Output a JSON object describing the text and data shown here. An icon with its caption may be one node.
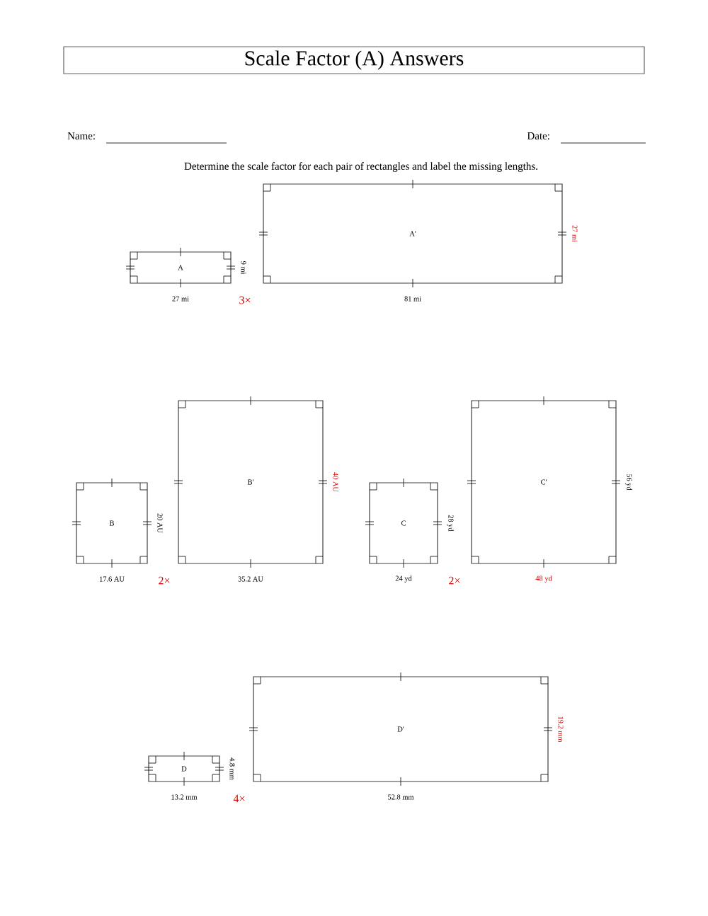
{
  "diagram": {
    "title": "Scale Factor (A) Answers",
    "nodes": [
      {
        "text": [
          "A"
        ],
        "beside": [
          "27 mi",
          "9 mi"
        ]
      },
      {
        "text": [
          "A'"
        ],
        "beside": [
          "81 mi",
          "27 mi"
        ]
      },
      {
        "text": [
          "B"
        ],
        "beside": [
          "17.6 AU",
          "20 AU"
        ]
      },
      {
        "text": [
          "B'"
        ],
        "beside": [
          "35.2 AU",
          "40 AU"
        ]
      },
      {
        "text": [
          "C"
        ],
        "beside": [
          "24 yd",
          "28 yd"
        ]
      },
      {
        "text": [
          "C'"
        ],
        "beside": [
          "48 yd",
          "56 yd"
        ]
      },
      {
        "text": [
          "D"
        ],
        "beside": [
          "13.2 mm",
          "4.8 mm"
        ]
      },
      {
        "text": [
          "D'"
        ],
        "beside": [
          "52.8 mm",
          "19.2 mm"
        ]
      }
    ],
    "labels": [
      "Name:",
      "Date:",
      "Determine the scale factor for each pair of rectangles and label the missing lengths.",
      "3×",
      "2×",
      "2×",
      "4×"
    ]
  }
}
